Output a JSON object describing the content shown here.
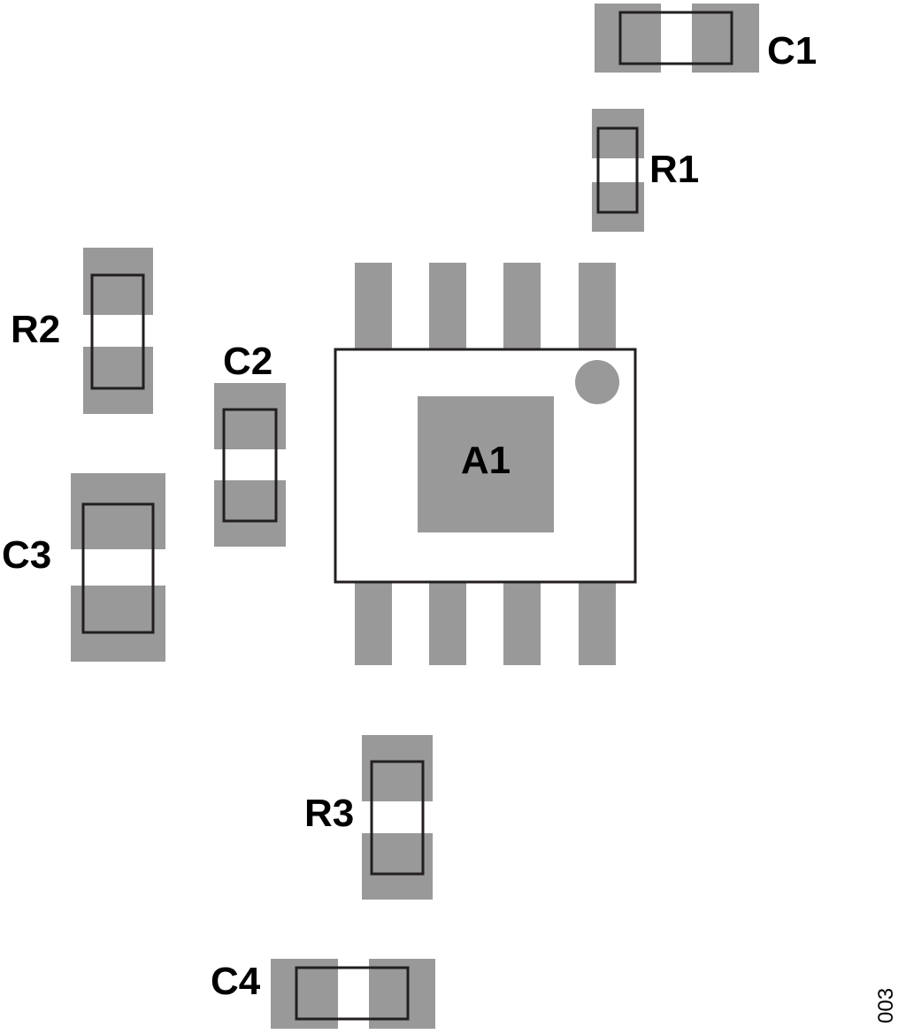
{
  "diagram": {
    "type": "pcb-layout",
    "colors": {
      "pad": "#999999",
      "outline": "#231f20",
      "text": "#000000",
      "background": "#ffffff"
    },
    "components": [
      {
        "id": "C1",
        "label": "C1",
        "kind": "capacitor",
        "orientation": "horizontal"
      },
      {
        "id": "R1",
        "label": "R1",
        "kind": "resistor",
        "orientation": "vertical"
      },
      {
        "id": "R2",
        "label": "R2",
        "kind": "resistor",
        "orientation": "vertical"
      },
      {
        "id": "C2",
        "label": "C2",
        "kind": "capacitor",
        "orientation": "vertical"
      },
      {
        "id": "C3",
        "label": "C3",
        "kind": "capacitor",
        "orientation": "vertical"
      },
      {
        "id": "A1",
        "label": "A1",
        "kind": "ic-8-pin",
        "pins": 8
      },
      {
        "id": "R3",
        "label": "R3",
        "kind": "resistor",
        "orientation": "vertical"
      },
      {
        "id": "C4",
        "label": "C4",
        "kind": "capacitor",
        "orientation": "horizontal"
      }
    ],
    "figure_number": "003"
  }
}
